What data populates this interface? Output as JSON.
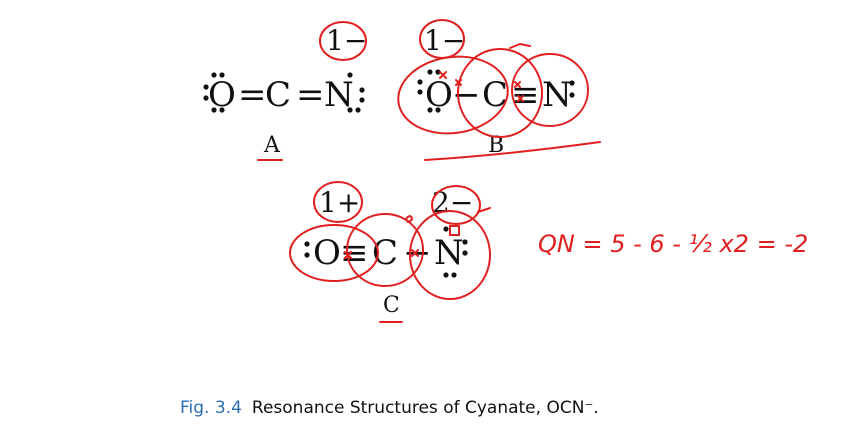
{
  "structure_A": {
    "label": "A",
    "charge": "1−",
    "atom_O": "O",
    "atom_C": "C",
    "atom_N": "N",
    "bond_OC": "=",
    "bond_CN": "="
  },
  "structure_B": {
    "label": "B",
    "charge": "1−",
    "atom_O": "O",
    "atom_C": "C",
    "atom_N": "N",
    "bond_OC": "−",
    "bond_CN": "≡"
  },
  "structure_C": {
    "label": "C",
    "charge_O": "1+",
    "charge_N": "2−",
    "atom_O": "O",
    "atom_C": "C",
    "atom_N": "N",
    "bond_OC": "≡",
    "bond_CN": "−"
  },
  "annotation": {
    "formal_charge_note": "QN = 5 - 6 - ½ x2 = -2",
    "color": "#e02020"
  },
  "caption": {
    "fig_number": "Fig. 3.4",
    "text": "Resonance Structures of Cyanate, OCN⁻."
  },
  "colors": {
    "ink": "#111111",
    "annotation_red": "#e02020",
    "caption_blue": "#2a6fb5"
  }
}
